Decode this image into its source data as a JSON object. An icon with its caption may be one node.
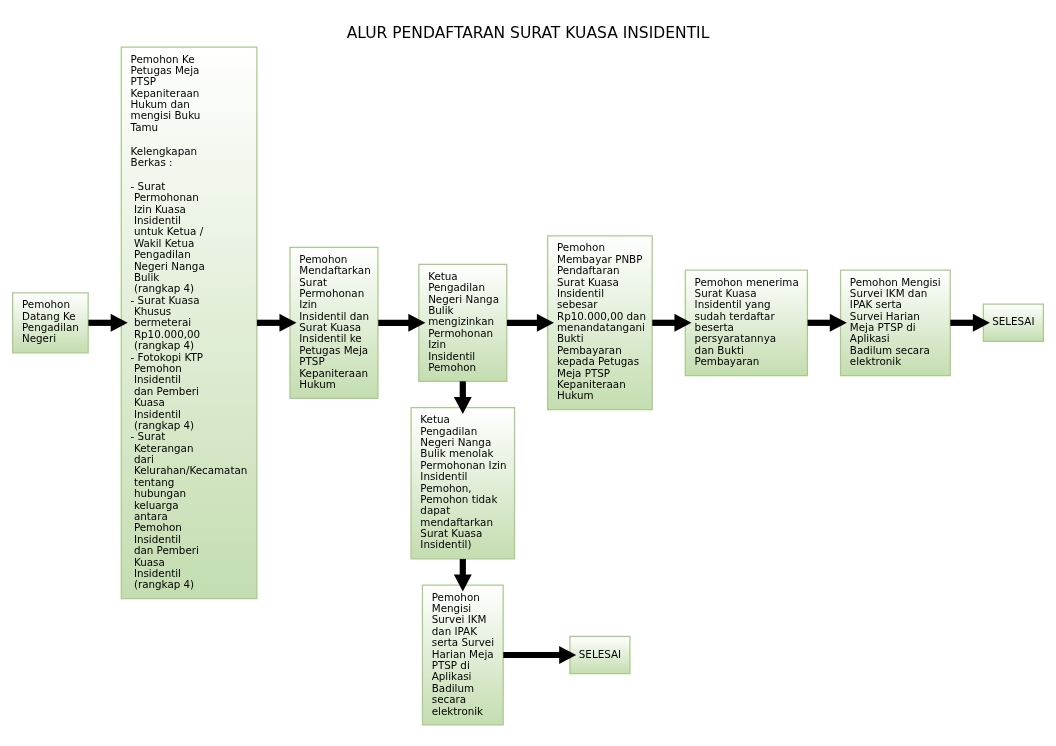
{
  "diagram": {
    "title": "ALUR PENDAFTARAN SURAT KUASA INSIDENTIL",
    "nodes": [
      {
        "text": [
          "Pemohon Datang Ke Pengadilan Negeri"
        ]
      },
      {
        "text": [
          "Pemohon Ke Petugas Meja PTSP Kepaniteraan Hukum dan mengisi Buku Tamu",
          "Kelengkapan Berkas :",
          "- Surat Permohonan Izin Kuasa Insidentil untuk Ketua / Wakil Ketua Pengadilan Negeri Nanga Bulik (rangkap 4)",
          "- Surat Kuasa Khusus bermeterai Rp10.000,00 (rangkap 4)",
          "- Fotokopi KTP Pemohon Insidentil dan Pemberi Kuasa Insidentil (rangkap 4)",
          "- Surat Keterangan dari Kelurahan/Kecamatan tentang hubungan keluarga antara Pemohon Insidentil dan Pemberi Kuasa Insidentil (rangkap 4)"
        ]
      },
      {
        "text": [
          "Pemohon Mendaftarkan Surat Permohonan Izin Insidentil dan Surat Kuasa Insidentil ke Petugas Meja PTSP Kepaniteraan Hukum"
        ]
      },
      {
        "text": [
          "Ketua Pengadilan Negeri Nanga Bulik mengizinkan Permohonan Izin Insidentil Pemohon"
        ]
      },
      {
        "text": [
          "Pemohon Membayar PNBP Pendaftaran Surat Kuasa Insidentil sebesar Rp10.000,00 dan menandatangani Bukti Pembayaran kepada Petugas Meja PTSP Kepaniteraan Hukum"
        ]
      },
      {
        "text": [
          "Pemohon menerima Surat Kuasa Insidentil yang sudah terdaftar beserta persyaratannya dan Bukti Pembayaran"
        ]
      },
      {
        "text": [
          "Pemohon Mengisi Survei IKM dan IPAK serta Survei Harian Meja PTSP di Aplikasi Badilum secara elektronik"
        ]
      },
      {
        "text": [
          "SELESAI"
        ]
      },
      {
        "text": [
          "Ketua Pengadilan Negeri Nanga Bulik menolak Permohonan Izin Insidentil Pemohon, Pemohon tidak dapat mendaftarkan Surat Kuasa Insidentil)"
        ]
      },
      {
        "text": [
          "Pemohon Mengisi Survei IKM dan IPAK serta Survei Harian Meja PTSP di Aplikasi Badilum secara elektronik"
        ]
      },
      {
        "text": [
          "SELESAI"
        ]
      }
    ],
    "edges": [
      {
        "from": 0,
        "to": 1,
        "arrow": "to"
      },
      {
        "from": 1,
        "to": 2,
        "arrow": "to"
      },
      {
        "from": 2,
        "to": 3,
        "arrow": "to"
      },
      {
        "from": 3,
        "to": 4,
        "arrow": "to"
      },
      {
        "from": 4,
        "to": 5,
        "arrow": "to"
      },
      {
        "from": 5,
        "to": 6,
        "arrow": "to"
      },
      {
        "from": 6,
        "to": 7,
        "arrow": "to"
      },
      {
        "from": 3,
        "to": 8,
        "arrow": "to"
      },
      {
        "from": 8,
        "to": 9,
        "arrow": "to"
      },
      {
        "from": 9,
        "to": 10,
        "arrow": "to"
      }
    ]
  }
}
